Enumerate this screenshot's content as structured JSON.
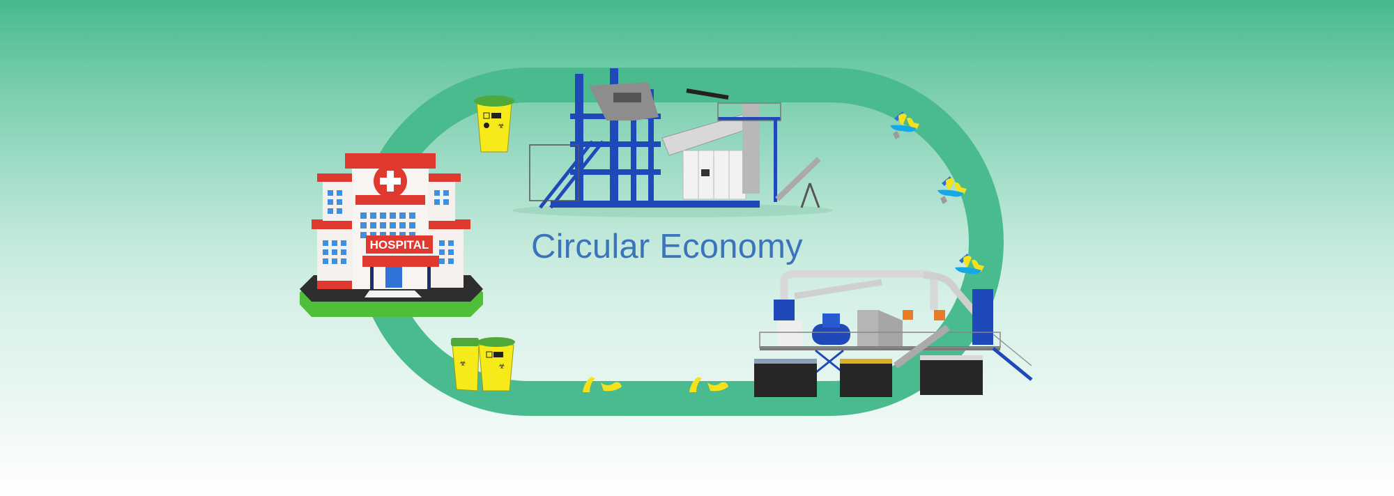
{
  "title": "Circular Economy",
  "colors": {
    "background_top": "#47b98c",
    "background_bottom": "#ffffff",
    "track": "#4abb8f",
    "title": "#3b74bb",
    "hospital_red": "#e0392f",
    "hospital_window": "#3d8fe0",
    "bin_yellow": "#f7ea1a",
    "bin_lid_green": "#4fa83a",
    "machine_blue": "#1f48b8",
    "particle_yellow": "#f5e21a",
    "particle_cyan": "#15a8e6",
    "particle_gray": "#9a9a9a"
  },
  "hospital": {
    "sign": "HOSPITAL"
  },
  "stages": [
    {
      "name": "hospital",
      "label": "HOSPITAL"
    },
    {
      "name": "sharps-bin-collection"
    },
    {
      "name": "sterilization-shredder-machine"
    },
    {
      "name": "shredded-particles"
    },
    {
      "name": "sorting-recycling-plant"
    },
    {
      "name": "recycled-output-bins"
    }
  ]
}
